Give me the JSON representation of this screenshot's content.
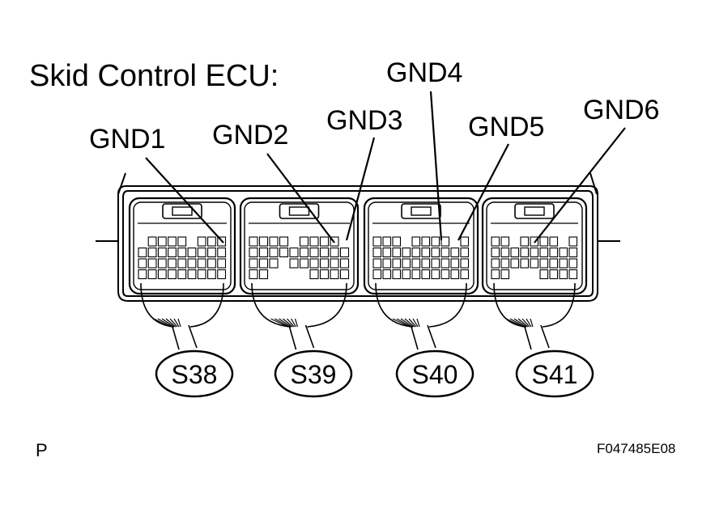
{
  "diagram": {
    "title": "Skid Control ECU:",
    "ground_labels": {
      "gnd1": "GND1",
      "gnd2": "GND2",
      "gnd3": "GND3",
      "gnd4": "GND4",
      "gnd5": "GND5",
      "gnd6": "GND6"
    },
    "connectors": {
      "s38": "S38",
      "s39": "S39",
      "s40": "S40",
      "s41": "S41"
    },
    "corner_mark": "P",
    "figure_code": "F047485E08"
  }
}
